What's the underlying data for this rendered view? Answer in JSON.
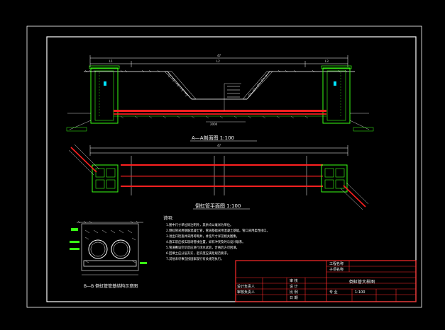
{
  "dimensions": {
    "total_top": "47",
    "l1": "L1",
    "l2": "L2",
    "l3": "L3",
    "total_plan": "47",
    "pipe_top": "2000"
  },
  "titles": {
    "section": "A—A剖面图  1:100",
    "plan": "倒虹管平面图  1:100",
    "detail": "B—B  倒虹管管基结构示意图"
  },
  "notes": {
    "heading": "说明：",
    "lines": [
      "1.图中尺寸单位除注明外，其余均以毫米为单位。",
      "2.倒虹管采用钢筋混凝土管，管道基础采用混凝土基础，管口采用柔性接口。",
      "3.进出口检查井采用砖砌井，井室尺寸详见相关图集。",
      "4.施工前应核实现场管线位置，如有冲突及时与设计联系。",
      "5.管道敷设完毕后应进行闭水试验，合格后方可回填。",
      "6.回填土应分层夯实，密实度应满足规范要求。",
      "7.其他未尽事宜按国家现行有关规范执行。"
    ]
  },
  "title_block": {
    "project_label": "工程名称",
    "sub_label": "子项名称",
    "drawing_title": "倒虹管大样图",
    "rows": [
      "设计负责人",
      "审核负责人"
    ],
    "cells": [
      "审 核",
      "设 计",
      "比 例",
      "日 期"
    ],
    "scale": "1:100",
    "ratio_label": "专 业"
  },
  "colors": {
    "frame": "#ffffff",
    "structure": "#39ff14",
    "pipe": "#ff2020",
    "dim": "#ffffff",
    "title_block": "#ff2a2a",
    "accent": "#00e5ff"
  }
}
